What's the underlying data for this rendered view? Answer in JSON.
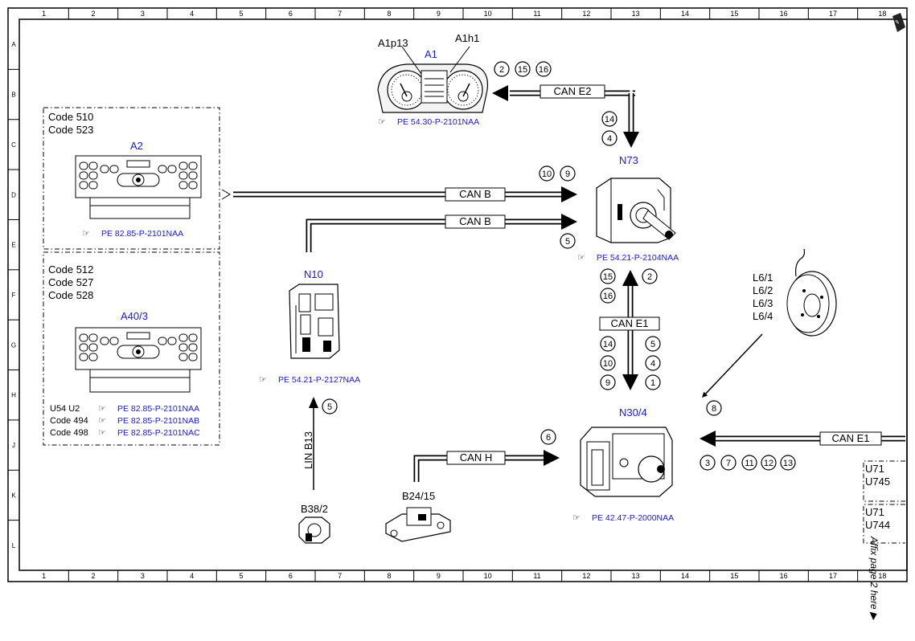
{
  "frame": {
    "columns": [
      "1",
      "2",
      "3",
      "4",
      "5",
      "6",
      "7",
      "8",
      "9",
      "10",
      "11",
      "12",
      "13",
      "14",
      "15",
      "16",
      "17",
      "18"
    ],
    "rows": [
      "A",
      "B",
      "C",
      "D",
      "E",
      "F",
      "G",
      "H",
      "J",
      "K",
      "L"
    ]
  },
  "components": {
    "a1": {
      "id": "A1",
      "sub_left": "A1p13",
      "sub_right": "A1h1",
      "ref": "PE 54.30-P-2101NAA"
    },
    "a2": {
      "id": "A2",
      "codes": [
        "Code 510",
        "Code 523"
      ],
      "ref": "PE 82.85-P-2101NAA"
    },
    "a40": {
      "id": "A40/3",
      "codes": [
        "Code 512",
        "Code 527",
        "Code 528"
      ],
      "variants": [
        {
          "label": "U54    U2",
          "ref": "PE 82.85-P-2101NAA"
        },
        {
          "label": "Code 494",
          "ref": "PE 82.85-P-2101NAB"
        },
        {
          "label": "Code 498",
          "ref": "PE 82.85-P-2101NAC"
        }
      ]
    },
    "n10": {
      "id": "N10",
      "ref": "PE 54.21-P-2127NAA"
    },
    "n73": {
      "id": "N73",
      "ref": "PE 54.21-P-2104NAA"
    },
    "n30": {
      "id": "N30/4",
      "ref": "PE 42.47-P-2000NAA"
    },
    "l6": {
      "labels": [
        "L6/1",
        "L6/2",
        "L6/3",
        "L6/4"
      ]
    },
    "b38": {
      "id": "B38/2"
    },
    "b24": {
      "id": "B24/15"
    },
    "u71a": {
      "lines": [
        "U71",
        "U745"
      ]
    },
    "u71b": {
      "lines": [
        "U71",
        "U744"
      ]
    }
  },
  "buses": {
    "can_e2": "CAN E2",
    "can_b1": "CAN B",
    "can_b2": "CAN B",
    "can_e1_vert": "CAN E1",
    "can_e1_right": "CAN E1",
    "can_h": "CAN H",
    "lin_b13": "LIN B13"
  },
  "callouts": {
    "e2": [
      "2",
      "15",
      "16"
    ],
    "n73_in": [
      "14",
      "4"
    ],
    "canb1": [
      "10",
      "9"
    ],
    "canb2": [
      "5"
    ],
    "e1_top": [
      "15",
      "2",
      "16"
    ],
    "e1_bot": [
      "14",
      "5",
      "10",
      "4",
      "9",
      "1"
    ],
    "lin": [
      "5"
    ],
    "canh": [
      "6"
    ],
    "l6": [
      "8"
    ],
    "e1_right": [
      "3",
      "7",
      "11",
      "12",
      "13"
    ]
  },
  "affix_note": "Affix page 2 here"
}
